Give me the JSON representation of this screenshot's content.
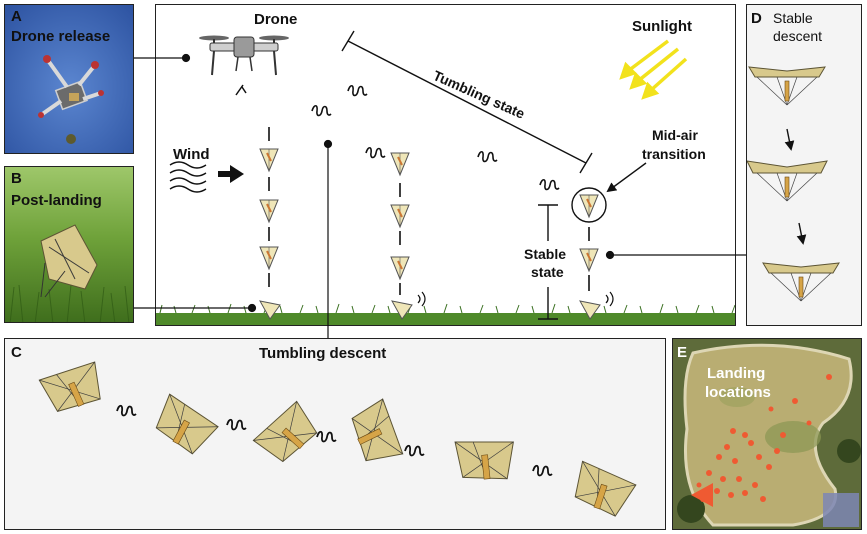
{
  "panels": {
    "a": {
      "letter": "A",
      "title": "Drone release"
    },
    "b": {
      "letter": "B",
      "title": "Post-landing"
    },
    "c": {
      "letter": "C",
      "title": "Tumbling descent"
    },
    "d": {
      "letter": "D",
      "title_line1": "Stable",
      "title_line2": "descent"
    },
    "e": {
      "letter": "E",
      "title_line1": "Landing",
      "title_line2": "locations"
    }
  },
  "main": {
    "drone": "Drone",
    "sunlight": "Sunlight",
    "wind": "Wind",
    "tumbling_state": "Tumbling state",
    "midair_line1": "Mid-air",
    "midair_line2": "transition",
    "stable_line1": "Stable",
    "stable_line2": "state"
  },
  "colors": {
    "sky_blue": "#3d67b8",
    "grass": "#4f8a2a",
    "sun": "#f2e21c",
    "paper": "#d8c98c",
    "landing_dot": "#ef5a32",
    "panel_bg": "#f4f4f4"
  }
}
